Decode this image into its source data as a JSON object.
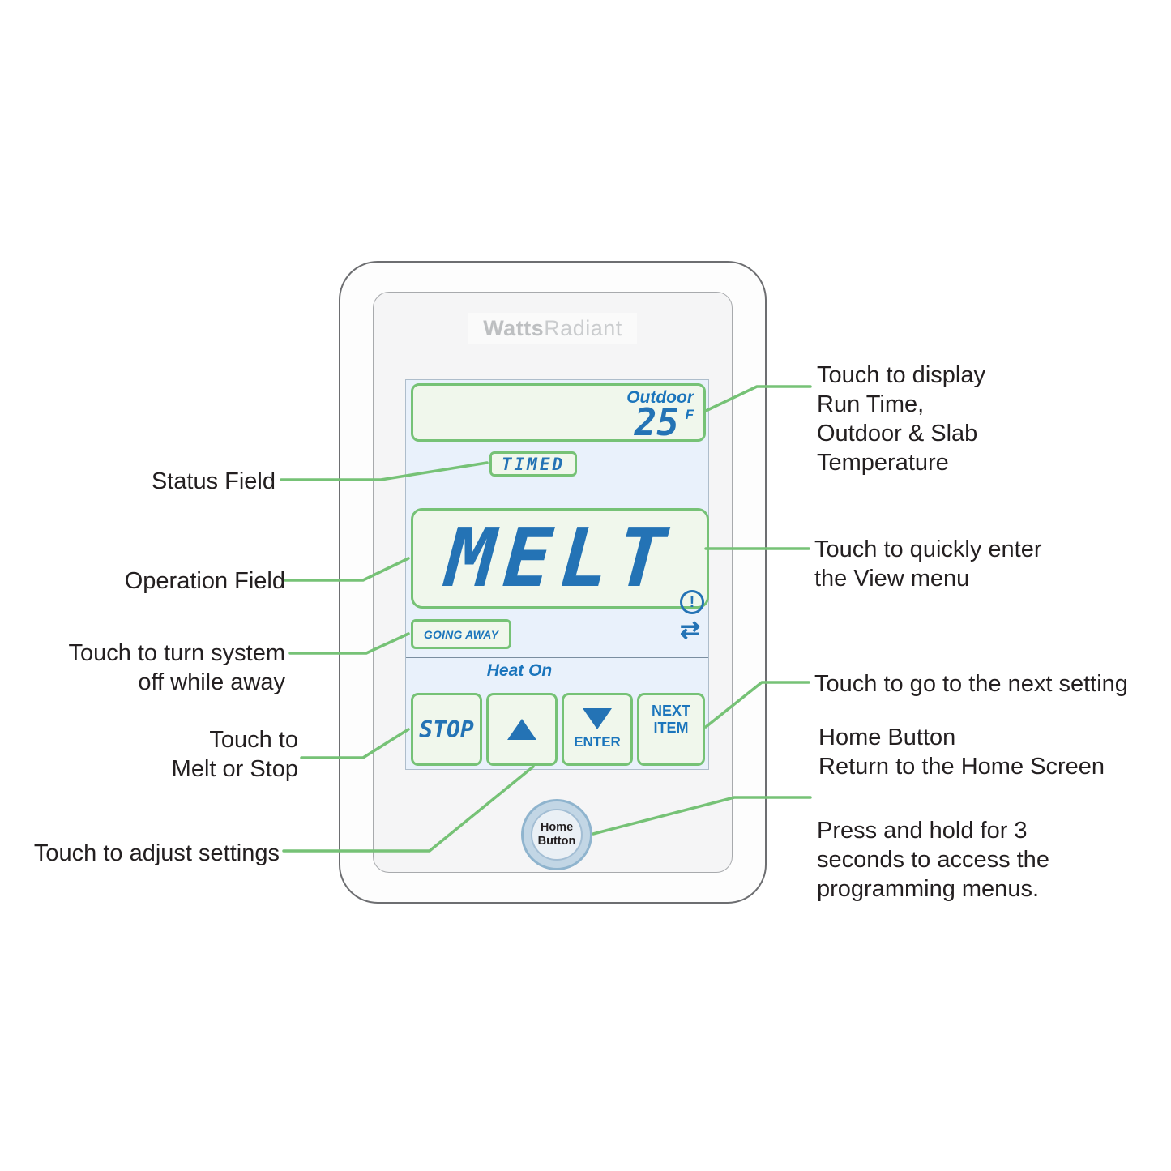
{
  "colors": {
    "accent_green": "#76C276",
    "display_blue": "#2473B5",
    "label_blue": "#1B75BC",
    "screen_bg": "#E9F1FB",
    "key_bg": "#F0F7EC"
  },
  "device": {
    "brand_watts": "Watts",
    "brand_radiant": "Radiant",
    "display": {
      "outdoor_label": "Outdoor",
      "outdoor_temp": "25",
      "outdoor_unit": "F",
      "status_text": "TIMED",
      "operation_text": "MELT",
      "going_away_label": "GOING AWAY",
      "mode_text": "Heat On"
    },
    "icons": {
      "alert_icon": "!",
      "swap_arrows_icon": "⇄"
    },
    "buttons": {
      "stop_label": "STOP",
      "enter_label": "ENTER",
      "next_item_label": "NEXT\nITEM",
      "home_label": "Home\nButton"
    }
  },
  "callouts": {
    "status_field": "Status Field",
    "operation_field": "Operation Field",
    "going_away": "Touch to turn system\noff while away",
    "melt_stop": "Touch to\nMelt or Stop",
    "adjust": "Touch to adjust settings",
    "display_info": "Touch to display\nRun Time,\nOutdoor & Slab\nTemperature",
    "view_menu": "Touch to quickly enter\nthe View menu",
    "next_setting": "Touch to go to the next setting",
    "home_title": "Home Button\nReturn to the Home Screen",
    "home_desc": "Press and hold for 3\nseconds to access the\nprogramming menus."
  }
}
